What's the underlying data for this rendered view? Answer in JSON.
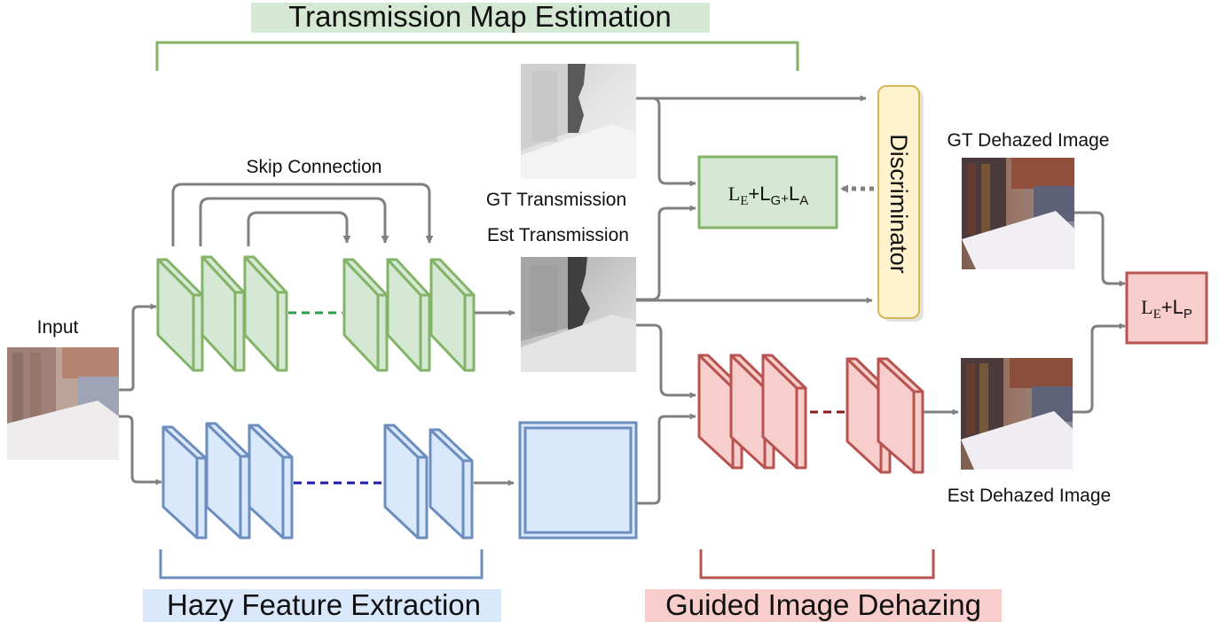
{
  "sections": {
    "transmission_title": "Transmission Map Estimation",
    "hazy_title": "Hazy Feature Extraction",
    "guided_title": "Guided Image Dehazing"
  },
  "labels": {
    "input": "Input",
    "skip_connection": "Skip Connection",
    "gt_transmission": "GT Transmission",
    "est_transmission": "Est Transmission",
    "discriminator": "Discriminator",
    "gt_dehazed": "GT Dehazed Image",
    "est_dehazed": "Est Dehazed Image"
  },
  "losses": {
    "adv_loss": {
      "e_letter": "L",
      "e_sub": "E",
      "plus1": "+",
      "g_letter": "L",
      "g_sub": "G",
      "plus2": "+",
      "a_letter": "L",
      "a_sub": "A"
    },
    "percep_loss": {
      "e_letter": "L",
      "e_sub": "E",
      "plus": "+",
      "p_letter": "L",
      "p_sub": "P"
    }
  },
  "colors": {
    "green_fill": "#d5e8d4",
    "green_stroke": "#82b366",
    "blue_fill": "#dae8fc",
    "blue_stroke": "#6c8ebf",
    "red_fill": "#f8cecc",
    "red_stroke": "#b85450",
    "yellow_fill": "#fff2cc",
    "yellow_stroke": "#d6b656",
    "arrow": "#808080"
  }
}
